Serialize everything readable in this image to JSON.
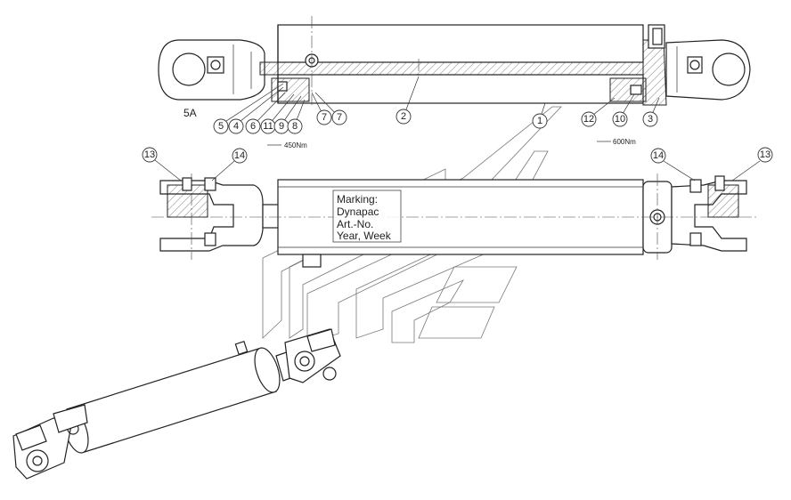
{
  "view_label": "5A",
  "callouts": {
    "c1": "1",
    "c2": "2",
    "c3": "3",
    "c4": "4",
    "c5": "5",
    "c6": "6",
    "c7a": "7",
    "c7b": "7",
    "c8": "8",
    "c9": "9",
    "c10": "10",
    "c11": "11",
    "c12": "12",
    "c13a": "13",
    "c13b": "13",
    "c14a": "14",
    "c14b": "14"
  },
  "torque_notes": {
    "left": "450Nm",
    "right": "600Nm"
  },
  "marking_box": {
    "line1": "Marking:",
    "line2": "Dynapac",
    "line3": "Art.-No.",
    "line4": "Year, Week"
  },
  "colors": {
    "line": "#222222",
    "watermark": "#777777",
    "background": "#ffffff"
  }
}
